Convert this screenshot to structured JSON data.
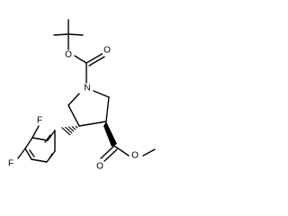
{
  "atoms": {
    "carbonyl_o_boc": "O",
    "ester_o_boc": "O",
    "ring_n": "N",
    "fluoro_ortho": "F",
    "fluoro_para": "F",
    "carbonyl_o_ester": "O",
    "ester_o_methyl": "O"
  }
}
